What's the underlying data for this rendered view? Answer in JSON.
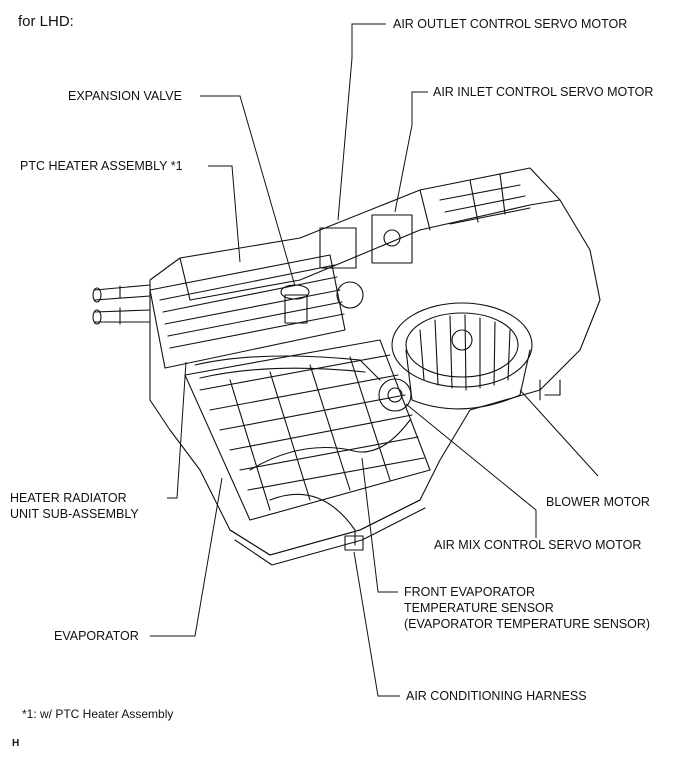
{
  "header": {
    "variant": "for LHD:"
  },
  "labels": {
    "air_outlet_servo": "AIR OUTLET CONTROL SERVO MOTOR",
    "air_inlet_servo": "AIR INLET CONTROL SERVO MOTOR",
    "expansion_valve": "EXPANSION VALVE",
    "ptc_heater": "PTC HEATER ASSEMBLY *1",
    "heater_radiator_line1": "HEATER RADIATOR",
    "heater_radiator_line2": "UNIT SUB-ASSEMBLY",
    "blower_motor": "BLOWER MOTOR",
    "air_mix_servo": "AIR MIX CONTROL SERVO MOTOR",
    "front_evap_line1": "FRONT EVAPORATOR",
    "front_evap_line2": "TEMPERATURE SENSOR",
    "front_evap_line3": "(EVAPORATOR TEMPERATURE SENSOR)",
    "evaporator": "EVAPORATOR",
    "ac_harness": "AIR CONDITIONING HARNESS"
  },
  "footnote": "*1: w/ PTC Heater Assembly",
  "page_marker": "H",
  "colors": {
    "line": "#111111",
    "background": "#ffffff"
  }
}
